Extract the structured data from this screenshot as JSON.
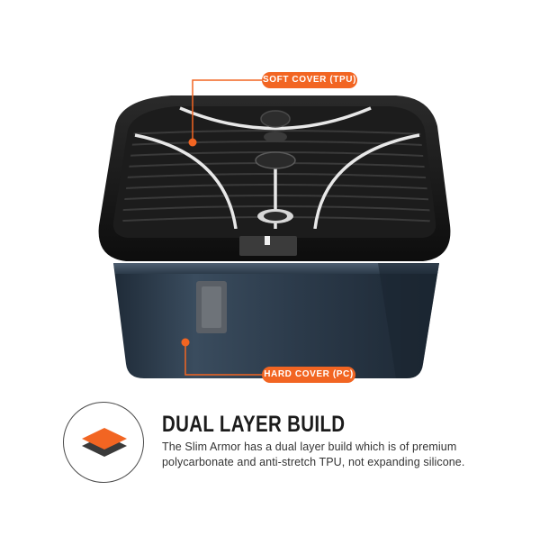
{
  "product_image": {
    "label_soft": "SOFT COVER (TPU)",
    "label_hard": "HARD COVER (PC)"
  },
  "feature": {
    "title": "DUAL LAYER BUILD",
    "description_line1": "The Slim Armor has a dual layer build which is of premium",
    "description_line2": "polycarbonate and anti-stretch TPU, not expanding silicone.",
    "icon": "layers-icon"
  },
  "colors": {
    "accent": "#f26522",
    "tpu_black": "#141414",
    "pc_navy": "#2b3b4c"
  }
}
